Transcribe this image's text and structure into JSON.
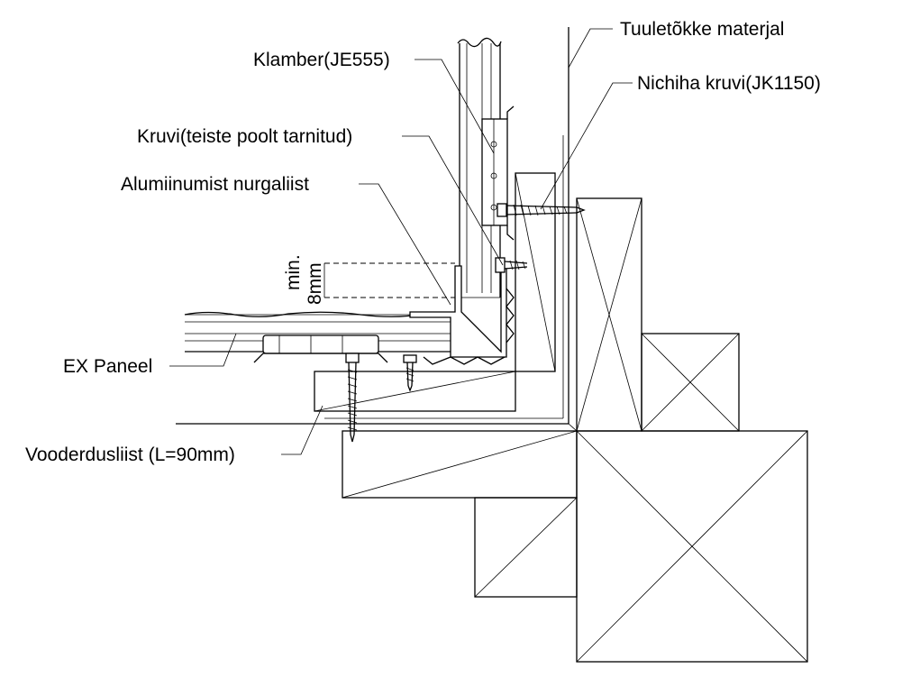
{
  "labels": {
    "wind_barrier": "Tuuletõkke materjal",
    "clamp": "Klamber(JE555)",
    "nichiha_screw": "Nichiha kruvi(JK1150)",
    "screw_other": "Kruvi(teiste poolt tarnitud)",
    "corner_trim": "Alumiinumist nurgaliist",
    "min": "min.",
    "gap": "8mm",
    "ex_panel": "EX Paneel",
    "furring": "Vooderdusliist (L=90mm)"
  }
}
